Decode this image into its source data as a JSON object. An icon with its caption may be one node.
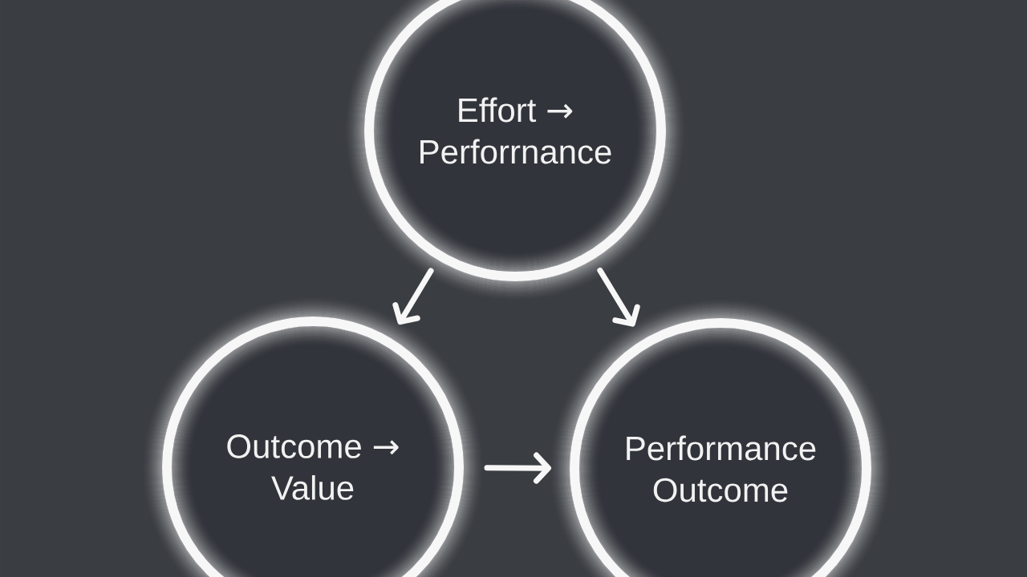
{
  "diagram": {
    "nodes": [
      {
        "text": [
          "Effort → Perforrnance"
        ]
      },
      {
        "text": [
          "Outcome → Value"
        ]
      },
      {
        "text": [
          "Performance Outcome"
        ]
      }
    ],
    "edges": [
      {
        "from": 0,
        "to": 1,
        "arrow": "to"
      },
      {
        "from": 0,
        "to": 2,
        "arrow": "to"
      },
      {
        "from": 1,
        "to": 2,
        "arrow": "to"
      }
    ]
  }
}
